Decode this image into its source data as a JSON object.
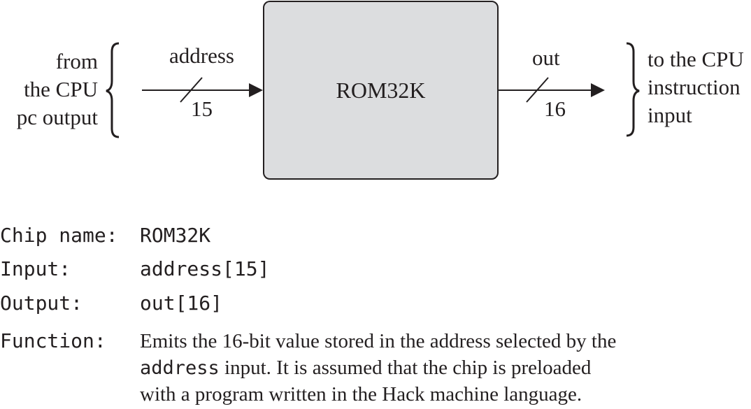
{
  "diagram": {
    "chip_name": "ROM32K",
    "input": {
      "source_lines": [
        "from",
        "the CPU",
        "pc output"
      ],
      "pin_name": "address",
      "bus_width": "15"
    },
    "output": {
      "pin_name": "out",
      "bus_width": "16",
      "dest_lines": [
        "to the CPU",
        "instruction",
        "input"
      ]
    },
    "colors": {
      "chip_fill": "#dcdddf",
      "line": "#231f20"
    }
  },
  "spec": {
    "chip_name_label": "Chip name:",
    "chip_name_value": "ROM32K",
    "input_label": "Input:",
    "input_value": "address[15]",
    "output_label": "Output:",
    "output_value": "out[16]",
    "function_label": "Function:",
    "function_lines": [
      {
        "prefix_mono": "",
        "text": "Emits the 16-bit value stored in the address selected by the"
      },
      {
        "prefix_mono": "address",
        "text": " input. It is assumed that the chip is preloaded"
      },
      {
        "prefix_mono": "",
        "text": "with a program written in the Hack machine language."
      }
    ]
  }
}
